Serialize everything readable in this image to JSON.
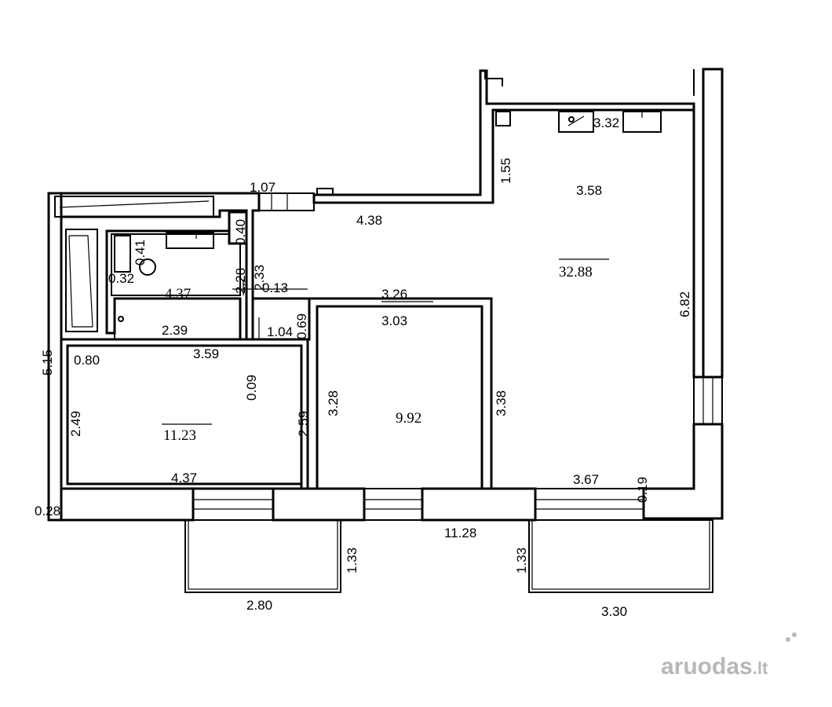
{
  "plan": {
    "rooms": {
      "living": {
        "area": "32.88",
        "width_label": "3.58",
        "height_label": "6.82"
      },
      "bedroom_small": {
        "area": "9.92",
        "width_label": "3.03",
        "height_left": "3.28",
        "height_right": "3.38"
      },
      "bedroom_large": {
        "area": "11.23",
        "width_label": "3.59",
        "height_left": "2.49",
        "height_right": "2.59"
      },
      "bathroom": {
        "area": "4.37",
        "width_label": "2.39"
      }
    },
    "dimensions": {
      "kitchen_top": "3.32",
      "upper_left_wall": "1.55",
      "corridor_top": "4.38",
      "door_top": "1.07",
      "bath_v1": "0.40",
      "bath_v2": "2.28",
      "bath_v3": "2.33",
      "bath_wc1": "0.41",
      "bath_wc2": "0.32",
      "small_013": "0.13",
      "small_104": "1.04",
      "small_069": "0.69",
      "top_326": "3.26",
      "small_009": "0.09",
      "left_080": "0.80",
      "left_515": "5.15",
      "bottom_437": "4.37",
      "left_028": "0.28",
      "right_367": "3.67",
      "right_019": "0.19",
      "total_1128": "11.28",
      "balcony_left_h": "1.33",
      "balcony_left_w": "2.80",
      "balcony_right_h": "1.33",
      "balcony_right_w": "3.30"
    },
    "watermark": {
      "brand": "aruodas",
      "tld": ".lt"
    }
  }
}
